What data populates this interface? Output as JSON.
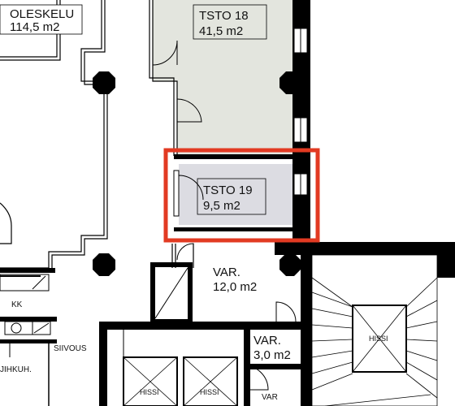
{
  "rooms": {
    "oleskelu": {
      "name": "OLESKELU",
      "area": "114,5 m2"
    },
    "tsto18": {
      "name": "TSTO 18",
      "area": "41,5 m2"
    },
    "tsto19": {
      "name": "TSTO 19",
      "area": "9,5 m2"
    },
    "var12": {
      "name": "VAR.",
      "area": "12,0 m2"
    },
    "var3": {
      "name": "VAR.",
      "area": "3,0 m2"
    },
    "var_small": {
      "name": "VAR"
    },
    "kk": {
      "name": "KK"
    },
    "siivous": {
      "name": "SIIVOUS"
    },
    "lihkuh": {
      "name": "JIHKUH."
    },
    "hissi_stair": {
      "name": "HISSI"
    },
    "hissi_left": {
      "name": "HISSI"
    },
    "hissi_right": {
      "name": "HISSI"
    }
  },
  "colors": {
    "wall": "#000000",
    "tsto18_fill": "#e3e5de",
    "tsto19_fill": "#dcdce2",
    "highlight": "#e23a22",
    "background": "#ffffff"
  }
}
